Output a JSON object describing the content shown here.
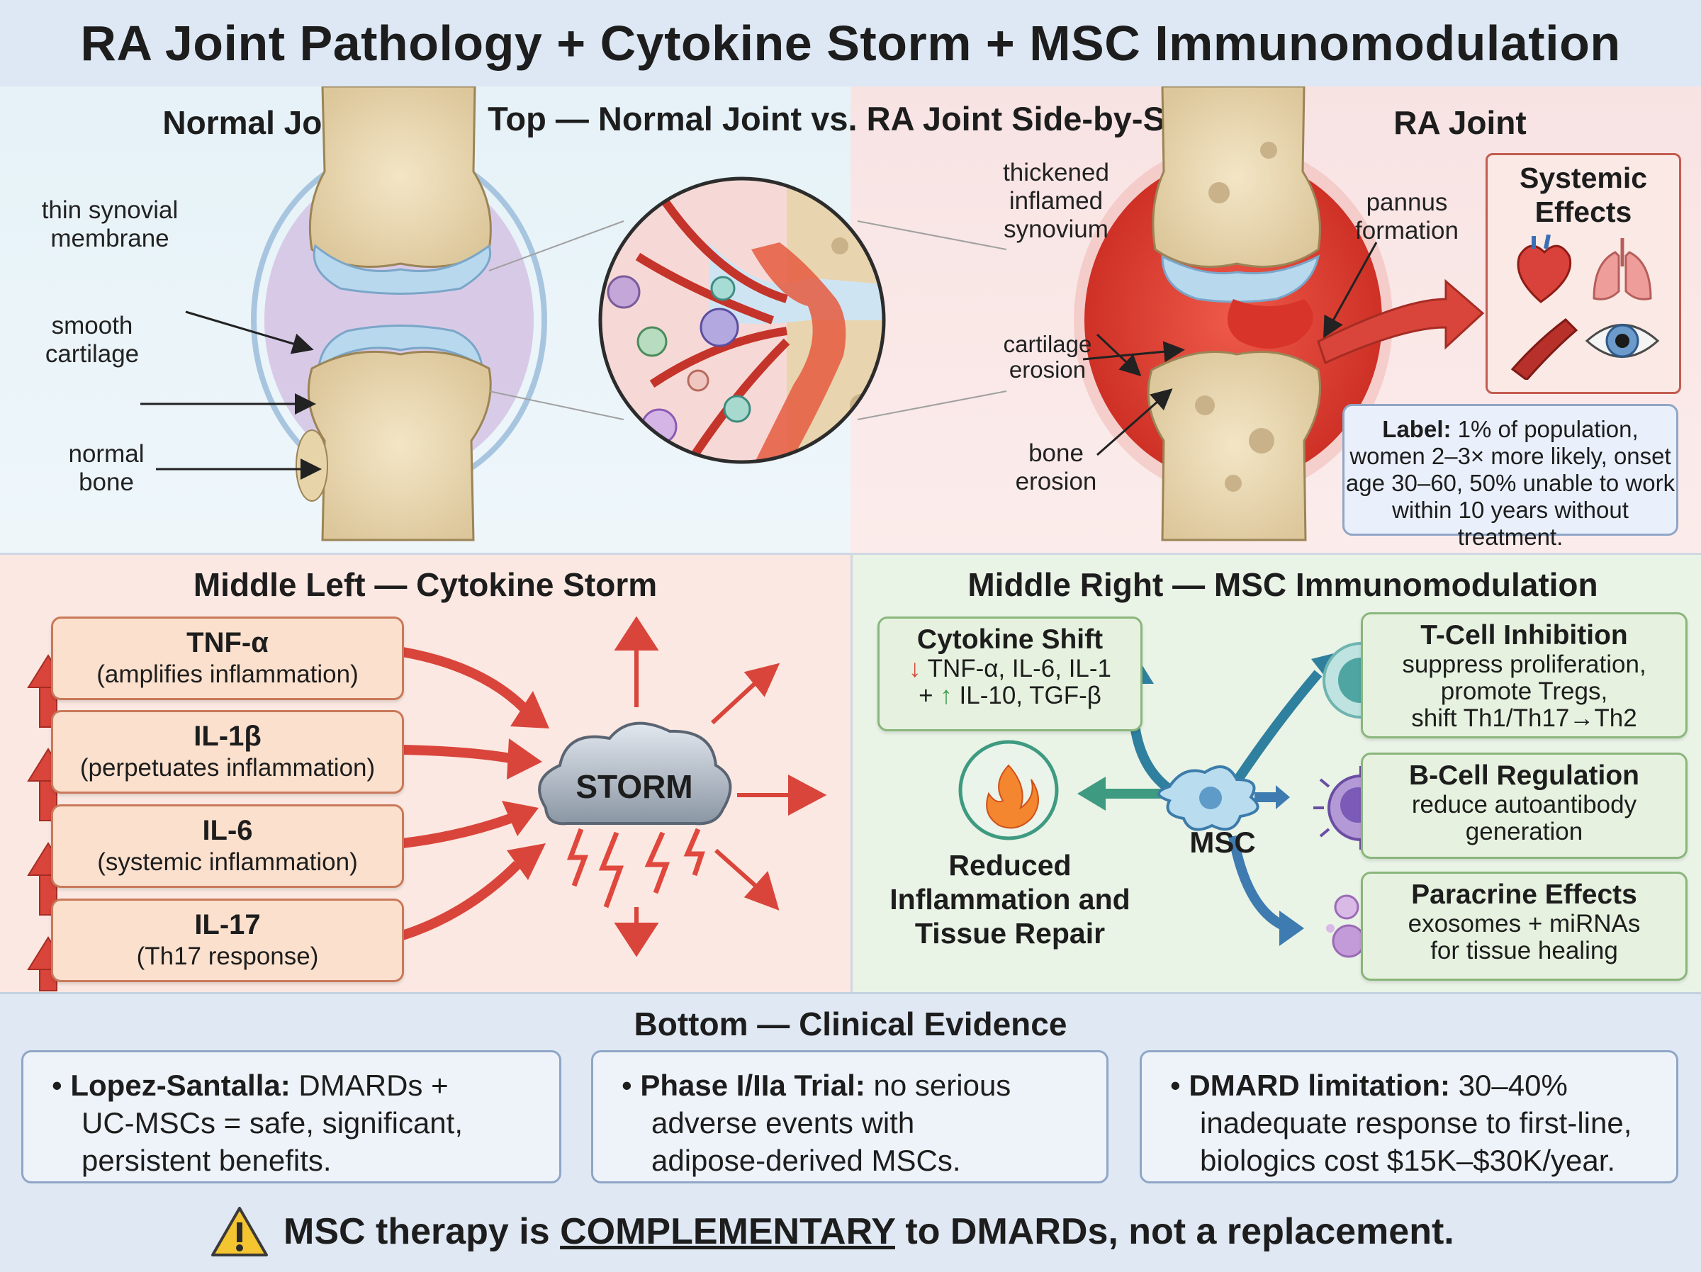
{
  "title": "RA Joint Pathology + Cytokine Storm + MSC Immunomodulation",
  "top": {
    "heading": "Top — Normal Joint vs. RA Joint Side-by-Side",
    "normal_title": "Normal Joint",
    "ra_title": "RA Joint",
    "normal_labels": {
      "synovial": [
        "thin synovial",
        "membrane"
      ],
      "cartilage": [
        "smooth",
        "cartilage"
      ],
      "bone": [
        "normal",
        "bone"
      ]
    },
    "ra_labels": {
      "synovium": [
        "thickened",
        "inflamed",
        "synovium"
      ],
      "pannus": [
        "pannus",
        "formation"
      ],
      "cartilage": [
        "cartilage",
        "erosion"
      ],
      "bone": [
        "bone",
        "erosion"
      ]
    },
    "systemic": {
      "title": [
        "Systemic",
        "Effects"
      ],
      "icons": [
        "heart-icon",
        "lungs-icon",
        "blood-vessel-icon",
        "eye-icon"
      ]
    },
    "stat": {
      "label": "Label:",
      "text": " 1% of population, women 2–3× more likely, onset age 30–60, 50% unable to work within 10 years without treatment."
    }
  },
  "middle_left": {
    "heading": "Middle Left — Cytokine Storm",
    "cytokines": [
      {
        "name": "TNF-α",
        "desc": "(amplifies inflammation)"
      },
      {
        "name": "IL-1β",
        "desc": "(perpetuates inflammation)"
      },
      {
        "name": "IL-6",
        "desc": "(systemic inflammation)"
      },
      {
        "name": "IL-17",
        "desc": "(Th17 response)"
      }
    ],
    "storm_label": "STORM"
  },
  "middle_right": {
    "heading": "Middle Right — MSC Immunomodulation",
    "center_label": "MSC",
    "cytokine_shift": {
      "title": "Cytokine Shift",
      "line1": "TNF-α, IL-6, IL-1",
      "line2_prefix": "+",
      "line2": "IL-10, TGF-β"
    },
    "tcell": {
      "title": "T-Cell Inhibition",
      "lines": [
        "suppress proliferation,",
        "promote Tregs,",
        "shift Th1/Th17→Th2"
      ]
    },
    "bcell": {
      "title": "B-Cell Regulation",
      "lines": [
        "reduce autoantibody",
        "generation"
      ]
    },
    "paracrine": {
      "title": "Paracrine Effects",
      "lines": [
        "exosomes + miRNAs",
        "for tissue healing"
      ]
    },
    "reduced": [
      "Reduced",
      "Inflammation and",
      "Tissue Repair"
    ]
  },
  "bottom": {
    "heading": "Bottom — Clinical Evidence",
    "evidence": [
      {
        "bold": "Lopez-Santalla:",
        "lines": [
          " DMARDs +",
          "UC-MSCs = safe, significant,",
          "persistent benefits."
        ]
      },
      {
        "bold": "Phase I/IIa Trial:",
        "lines": [
          " no serious",
          "adverse events with",
          "adipose-derived MSCs."
        ]
      },
      {
        "bold": "DMARD limitation:",
        "lines": [
          " 30–40%",
          "inadequate response to first-line,",
          "biologics cost $15K–$30K/year."
        ]
      }
    ],
    "warning": {
      "pre": "MSC therapy is ",
      "emph": "COMPLEMENTARY",
      "post": " to DMARDs, not a replacement."
    }
  },
  "colors": {
    "red_arrow": "#d9453b",
    "teal_arrow": "#2f7f9e",
    "green_arrow": "#3e9a80",
    "blue_arrow": "#3d7bb0"
  }
}
